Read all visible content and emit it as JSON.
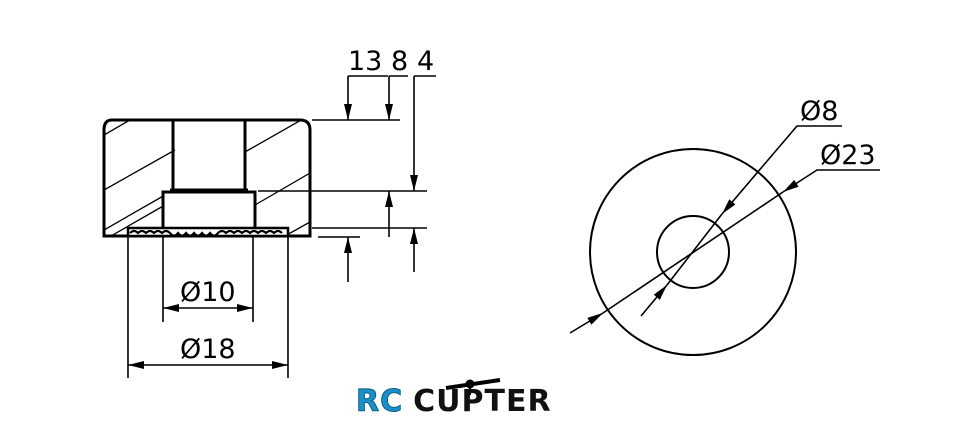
{
  "drawing": {
    "type": "technical drawing",
    "views": [
      "section-view",
      "top-view"
    ],
    "section_view": {
      "vertical_dims": [
        {
          "label": "13",
          "value": 13
        },
        {
          "label": "8",
          "value": 8
        },
        {
          "label": "4",
          "value": 4
        }
      ],
      "horizontal_dims": [
        {
          "label": "Ø10",
          "value": 10
        },
        {
          "label": "Ø18",
          "value": 18
        }
      ]
    },
    "top_view": {
      "diameter_dims": [
        {
          "label": "Ø8",
          "value": 8
        },
        {
          "label": "Ø23",
          "value": 23
        }
      ]
    },
    "line_color": "#000000"
  },
  "logo": {
    "part1": "RC",
    "part2": "CUPTER",
    "accent_color": "#1c8fc6"
  }
}
